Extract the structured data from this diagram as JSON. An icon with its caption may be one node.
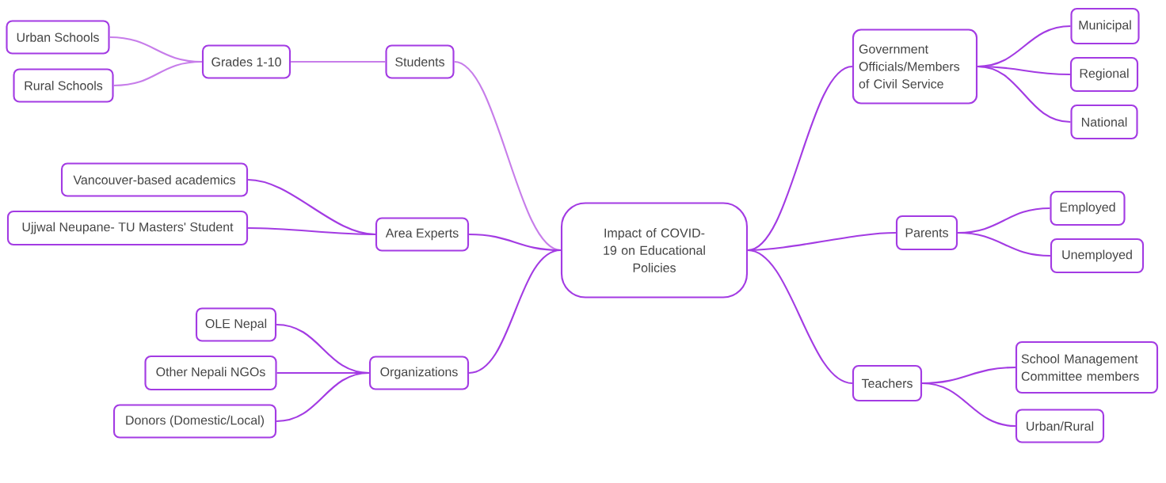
{
  "diagram": {
    "nodes": [
      {
        "text": [
          "Impact of COVID-19 on Educational Policies"
        ]
      },
      {
        "text": [
          "Students"
        ]
      },
      {
        "text": [
          "Grades 1-10"
        ]
      },
      {
        "text": [
          "Urban Schools"
        ]
      },
      {
        "text": [
          "Rural Schools"
        ]
      },
      {
        "text": [
          "Area Experts"
        ]
      },
      {
        "text": [
          "Vancouver-based academics"
        ]
      },
      {
        "text": [
          "Ujjwal Neupane- TU Masters' Student"
        ]
      },
      {
        "text": [
          "Organizations"
        ]
      },
      {
        "text": [
          "OLE Nepal"
        ]
      },
      {
        "text": [
          "Other Nepali NGOs"
        ]
      },
      {
        "text": [
          "Donors (Domestic/Local)"
        ]
      },
      {
        "text": [
          "Government Officials/Members of Civil Service"
        ]
      },
      {
        "text": [
          "Municipal"
        ]
      },
      {
        "text": [
          "Regional"
        ]
      },
      {
        "text": [
          "National"
        ]
      },
      {
        "text": [
          "Parents"
        ]
      },
      {
        "text": [
          "Employed"
        ]
      },
      {
        "text": [
          "Unemployed"
        ]
      },
      {
        "text": [
          "Teachers"
        ]
      },
      {
        "text": [
          "School Management Committee members"
        ]
      },
      {
        "text": [
          "Urban/Rural"
        ]
      }
    ],
    "edges": [
      {
        "from": 0,
        "to": 1,
        "arrow": "none",
        "color": "#c77dea"
      },
      {
        "from": 1,
        "to": 2,
        "arrow": "none",
        "color": "#c77dea"
      },
      {
        "from": 2,
        "to": 3,
        "arrow": "none",
        "color": "#c77dea"
      },
      {
        "from": 2,
        "to": 4,
        "arrow": "none",
        "color": "#c77dea"
      },
      {
        "from": 0,
        "to": 5,
        "arrow": "none"
      },
      {
        "from": 5,
        "to": 6,
        "arrow": "none"
      },
      {
        "from": 5,
        "to": 7,
        "arrow": "none"
      },
      {
        "from": 0,
        "to": 8,
        "arrow": "none"
      },
      {
        "from": 8,
        "to": 9,
        "arrow": "none"
      },
      {
        "from": 8,
        "to": 10,
        "arrow": "none"
      },
      {
        "from": 8,
        "to": 11,
        "arrow": "none"
      },
      {
        "from": 0,
        "to": 12,
        "arrow": "none"
      },
      {
        "from": 12,
        "to": 13,
        "arrow": "none"
      },
      {
        "from": 12,
        "to": 14,
        "arrow": "none"
      },
      {
        "from": 12,
        "to": 15,
        "arrow": "none"
      },
      {
        "from": 0,
        "to": 16,
        "arrow": "none"
      },
      {
        "from": 16,
        "to": 17,
        "arrow": "none"
      },
      {
        "from": 16,
        "to": 18,
        "arrow": "none"
      },
      {
        "from": 0,
        "to": 19,
        "arrow": "none"
      },
      {
        "from": 19,
        "to": 20,
        "arrow": "none"
      },
      {
        "from": 19,
        "to": 21,
        "arrow": "none"
      }
    ]
  }
}
